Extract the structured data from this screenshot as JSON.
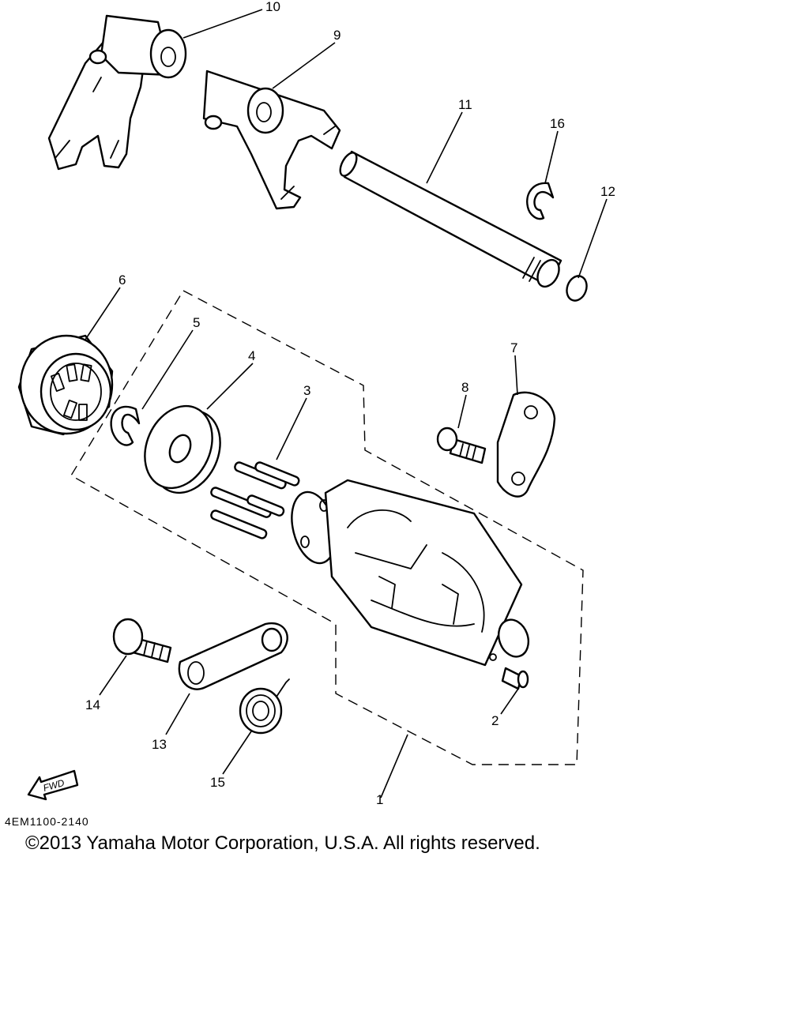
{
  "callouts": {
    "p1": "1",
    "p2": "2",
    "p3": "3",
    "p4": "4",
    "p5": "5",
    "p6": "6",
    "p7": "7",
    "p8": "8",
    "p9": "9",
    "p10": "10",
    "p11": "11",
    "p12": "12",
    "p13": "13",
    "p14": "14",
    "p15": "15",
    "p16": "16"
  },
  "direction_label": "FWD",
  "drawing_code": "4EM1100-2140",
  "copyright": "©2013 Yamaha Motor Corporation, U.S.A. All rights reserved."
}
